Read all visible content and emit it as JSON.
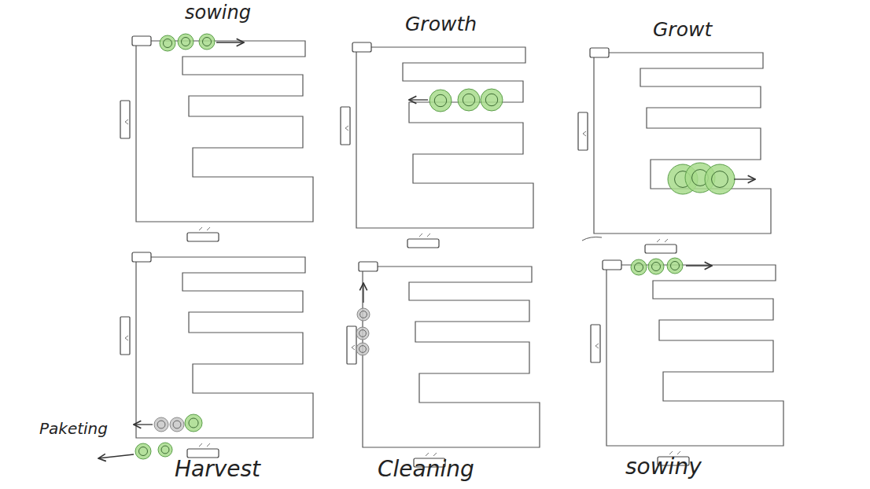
{
  "diagram": {
    "labels": [
      "sowing",
      "Growth",
      "Growt",
      "Paketing",
      "Harvest",
      "Cleaning",
      "sowiny"
    ]
  }
}
